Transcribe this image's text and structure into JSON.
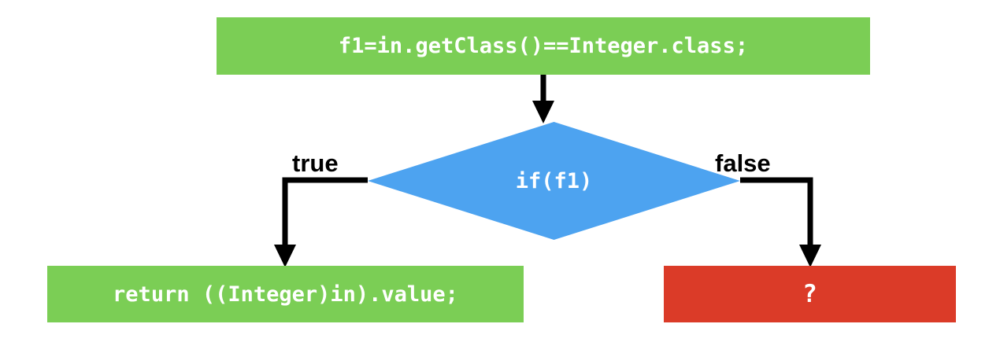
{
  "diagram": {
    "type": "flowchart",
    "title": "",
    "background_color": "#ffffff",
    "colors": {
      "process_green": "#7BCE55",
      "decision_blue": "#4DA3F0",
      "error_red": "#DB3B28",
      "edge_black": "#000000",
      "node_text": "#ffffff"
    },
    "nodes": [
      {
        "id": "assign",
        "shape": "rectangle",
        "label": "f1=in.getClass()==Integer.class;",
        "color": "#7BCE55"
      },
      {
        "id": "decision",
        "shape": "diamond",
        "label": "if(f1)",
        "color": "#4DA3F0"
      },
      {
        "id": "return",
        "shape": "rectangle",
        "label": "return ((Integer)in).value;",
        "color": "#7BCE55"
      },
      {
        "id": "unknown",
        "shape": "rectangle",
        "label": "?",
        "color": "#DB3B28"
      }
    ],
    "edges": [
      {
        "id": "assign-to-decision",
        "from": "assign",
        "to": "decision",
        "label": ""
      },
      {
        "id": "decision-to-return",
        "from": "decision",
        "to": "return",
        "label": "true"
      },
      {
        "id": "decision-to-unknown",
        "from": "decision",
        "to": "unknown",
        "label": "false"
      }
    ]
  }
}
